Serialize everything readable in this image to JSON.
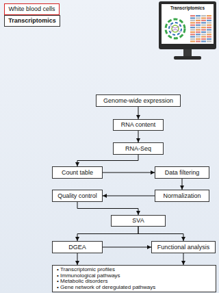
{
  "diagram": {
    "nodes": [
      {
        "text": [
          "White blood cells"
        ]
      },
      {
        "text": [
          "Transcriptomics"
        ]
      },
      {
        "text": [
          "Genome-wide expression"
        ]
      },
      {
        "text": [
          "RNA content"
        ]
      },
      {
        "text": [
          "RNA-Seq"
        ]
      },
      {
        "text": [
          "Count table"
        ]
      },
      {
        "text": [
          "Data filtering"
        ]
      },
      {
        "text": [
          "Quality control"
        ]
      },
      {
        "text": [
          "Normalization"
        ]
      },
      {
        "text": [
          "SVA"
        ]
      },
      {
        "text": [
          "DGEA"
        ]
      },
      {
        "text": [
          "Functional analysis"
        ]
      },
      {
        "text": [
          "• Transcriptomic profiles",
          "• Immunological pathways",
          "• Metabolic disorders",
          "• Gene network of deregulated pathways"
        ]
      }
    ],
    "edges": [
      {
        "from": 2,
        "to": 3,
        "arrow": "to"
      },
      {
        "from": 3,
        "to": 4,
        "arrow": "to"
      },
      {
        "from": 4,
        "to": 5,
        "arrow": "to"
      },
      {
        "from": 5,
        "to": 6,
        "arrow": "to"
      },
      {
        "from": 6,
        "to": 8,
        "arrow": "to"
      },
      {
        "from": 8,
        "to": 7,
        "arrow": "to"
      },
      {
        "from": 7,
        "to": 9,
        "arrow": "to"
      },
      {
        "from": 9,
        "to": 10,
        "arrow": "to"
      },
      {
        "from": 9,
        "to": 11,
        "arrow": "to"
      },
      {
        "from": 10,
        "to": 11,
        "arrow": "to"
      },
      {
        "from": 10,
        "to": 12,
        "arrow": "to"
      },
      {
        "from": 11,
        "to": 12,
        "arrow": "to"
      }
    ],
    "labels": [
      "Transcriptomics"
    ]
  }
}
